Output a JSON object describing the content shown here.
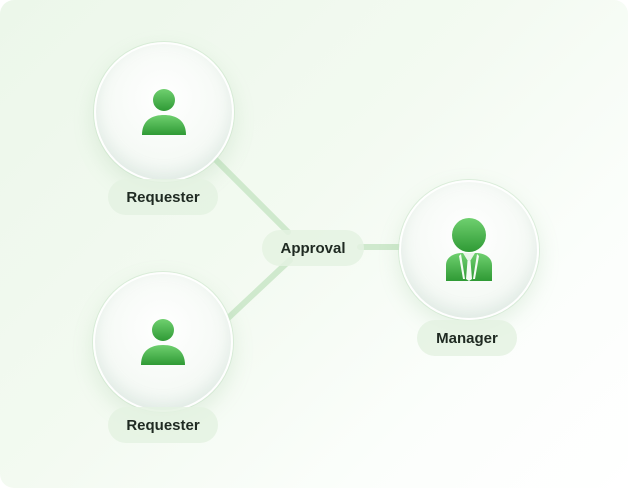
{
  "diagram": {
    "nodes": [
      {
        "id": "requester-top",
        "label": "Requester",
        "icon": "person-icon"
      },
      {
        "id": "requester-bottom",
        "label": "Requester",
        "icon": "person-icon"
      },
      {
        "id": "manager",
        "label": "Manager",
        "icon": "manager-icon"
      }
    ],
    "center": {
      "label": "Approval"
    },
    "edges": [
      {
        "from": "requester-top",
        "to": "approval"
      },
      {
        "from": "requester-bottom",
        "to": "approval"
      },
      {
        "from": "approval",
        "to": "manager"
      }
    ],
    "colors": {
      "accent": "#45b74b",
      "accent_dark": "#2f9a35",
      "connector": "#cfe9cd",
      "pill_bg": "#e4f2e2",
      "text": "#1f2a22"
    }
  }
}
